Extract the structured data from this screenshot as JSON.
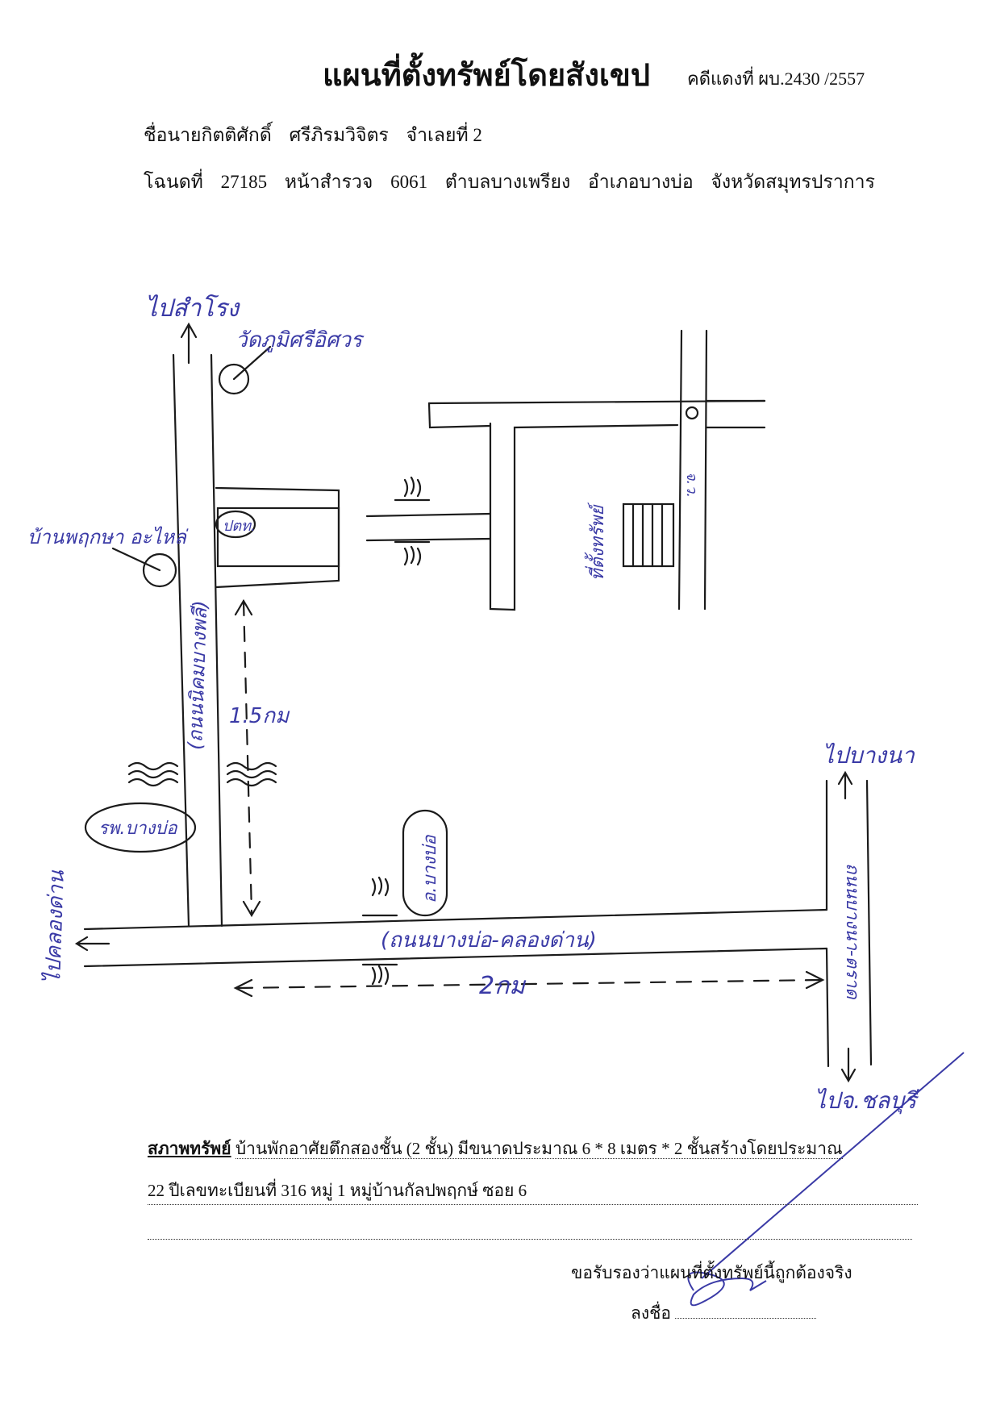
{
  "header": {
    "title": "แผนที่ตั้งทรัพย์โดยสังเขป",
    "case_number": "คดีแดงที่ ผบ.2430 /2557",
    "owner_label": "ชื่อนายกิตติศักดิ์",
    "owner_surname": "ศรีภิรมวิจิตร",
    "defendant_no": "จำเลยที่ 2",
    "deed_label": "โฉนดที่",
    "deed_no": "27185",
    "survey_label": "หน้าสำรวจ",
    "survey_no": "6061",
    "subdistrict": "ตำบลบางเพรียง",
    "district": "อำเภอบางบ่อ",
    "province": "จังหวัดสมุทรปราการ"
  },
  "map_labels": {
    "to_north": "ไปสำโรง",
    "temple_top": "วัดภูมิศรีอิศวร",
    "house": "บ้านพฤกษา อะไหล่",
    "road_left": "(ถนนนิคมบางพลี)",
    "distance_1": "1.5กม",
    "hospital": "รพ.บางบ่อ",
    "district_office": "อ.บางบ่อ",
    "to_west": "ไปคลองด่าน",
    "main_road": "(ถนนบางบ่อ-คลองด่าน)",
    "distance_2": "2กม",
    "to_bangna": "ไปบางนา",
    "road_right": "ถนนบางนา-ตราด",
    "to_chonburi": "ไปจ.ชลบุรี",
    "ptt": "ปตท.",
    "road_sign": "จ.ว.",
    "property_mark": "ที่ตั้งทรัพย์"
  },
  "footer": {
    "condition_label": "สภาพทรัพย์",
    "condition_line1": "บ้านพักอาศัยตึกสองชั้น (2 ชั้น) มีขนาดประมาณ  6  *  8  เมตร  *  2  ชั้นสร้างโดยประมาณ",
    "condition_line2": "22  ปีเลขทะเบียนที่  316  หมู่ 1  หมู่บ้านกัลปพฤกษ์  ซอย 6",
    "certify": "ขอรับรองว่าแผนที่ตั้งทรัพย์นี้ถูกต้องจริง",
    "sign_label": "ลงชื่อ"
  }
}
